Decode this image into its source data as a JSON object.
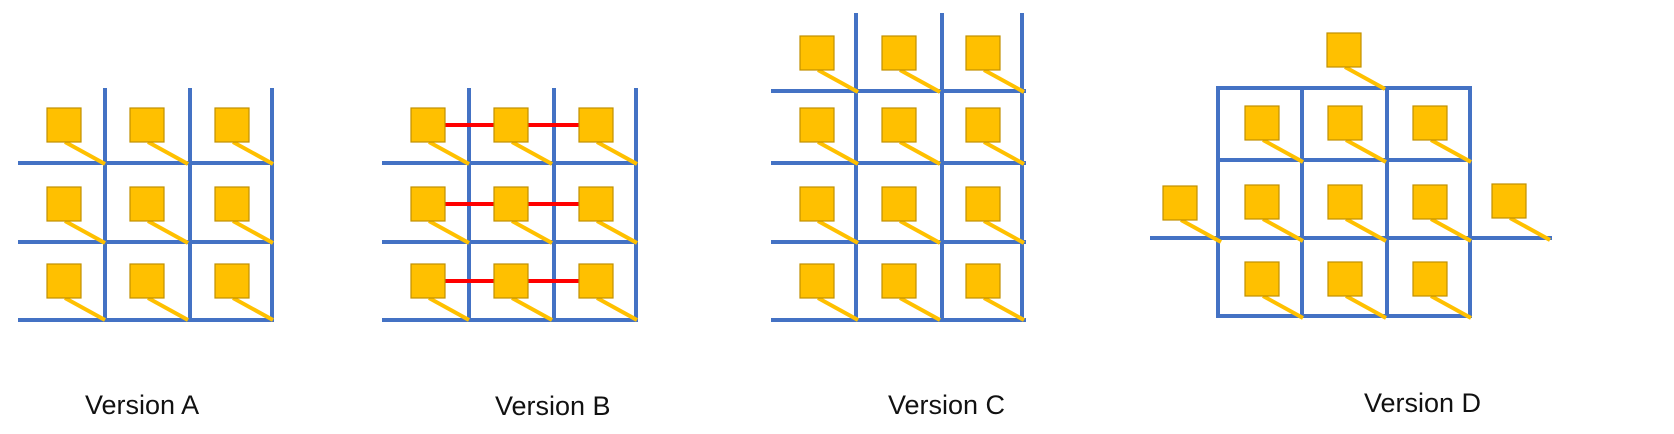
{
  "colors": {
    "grid": "#4472C4",
    "module": "#FFC000",
    "module_border": "#C09000",
    "connector": "#FF0000"
  },
  "versions": [
    {
      "id": "A",
      "label": "Version A",
      "has_connectors": false
    },
    {
      "id": "B",
      "label": "Version B",
      "has_connectors": true
    },
    {
      "id": "C",
      "label": "Version C",
      "has_connectors": false
    },
    {
      "id": "D",
      "label": "Version D",
      "has_connectors": false
    }
  ]
}
